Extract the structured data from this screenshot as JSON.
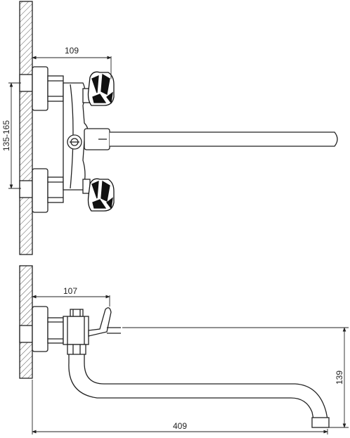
{
  "top_view": {
    "dim_width": "109",
    "dim_spacing": "135-165"
  },
  "side_view": {
    "dim_width": "107",
    "dim_height": "139",
    "dim_length": "409"
  },
  "colors": {
    "line": "#222222",
    "hatch": "#444444",
    "background": "#ffffff"
  }
}
